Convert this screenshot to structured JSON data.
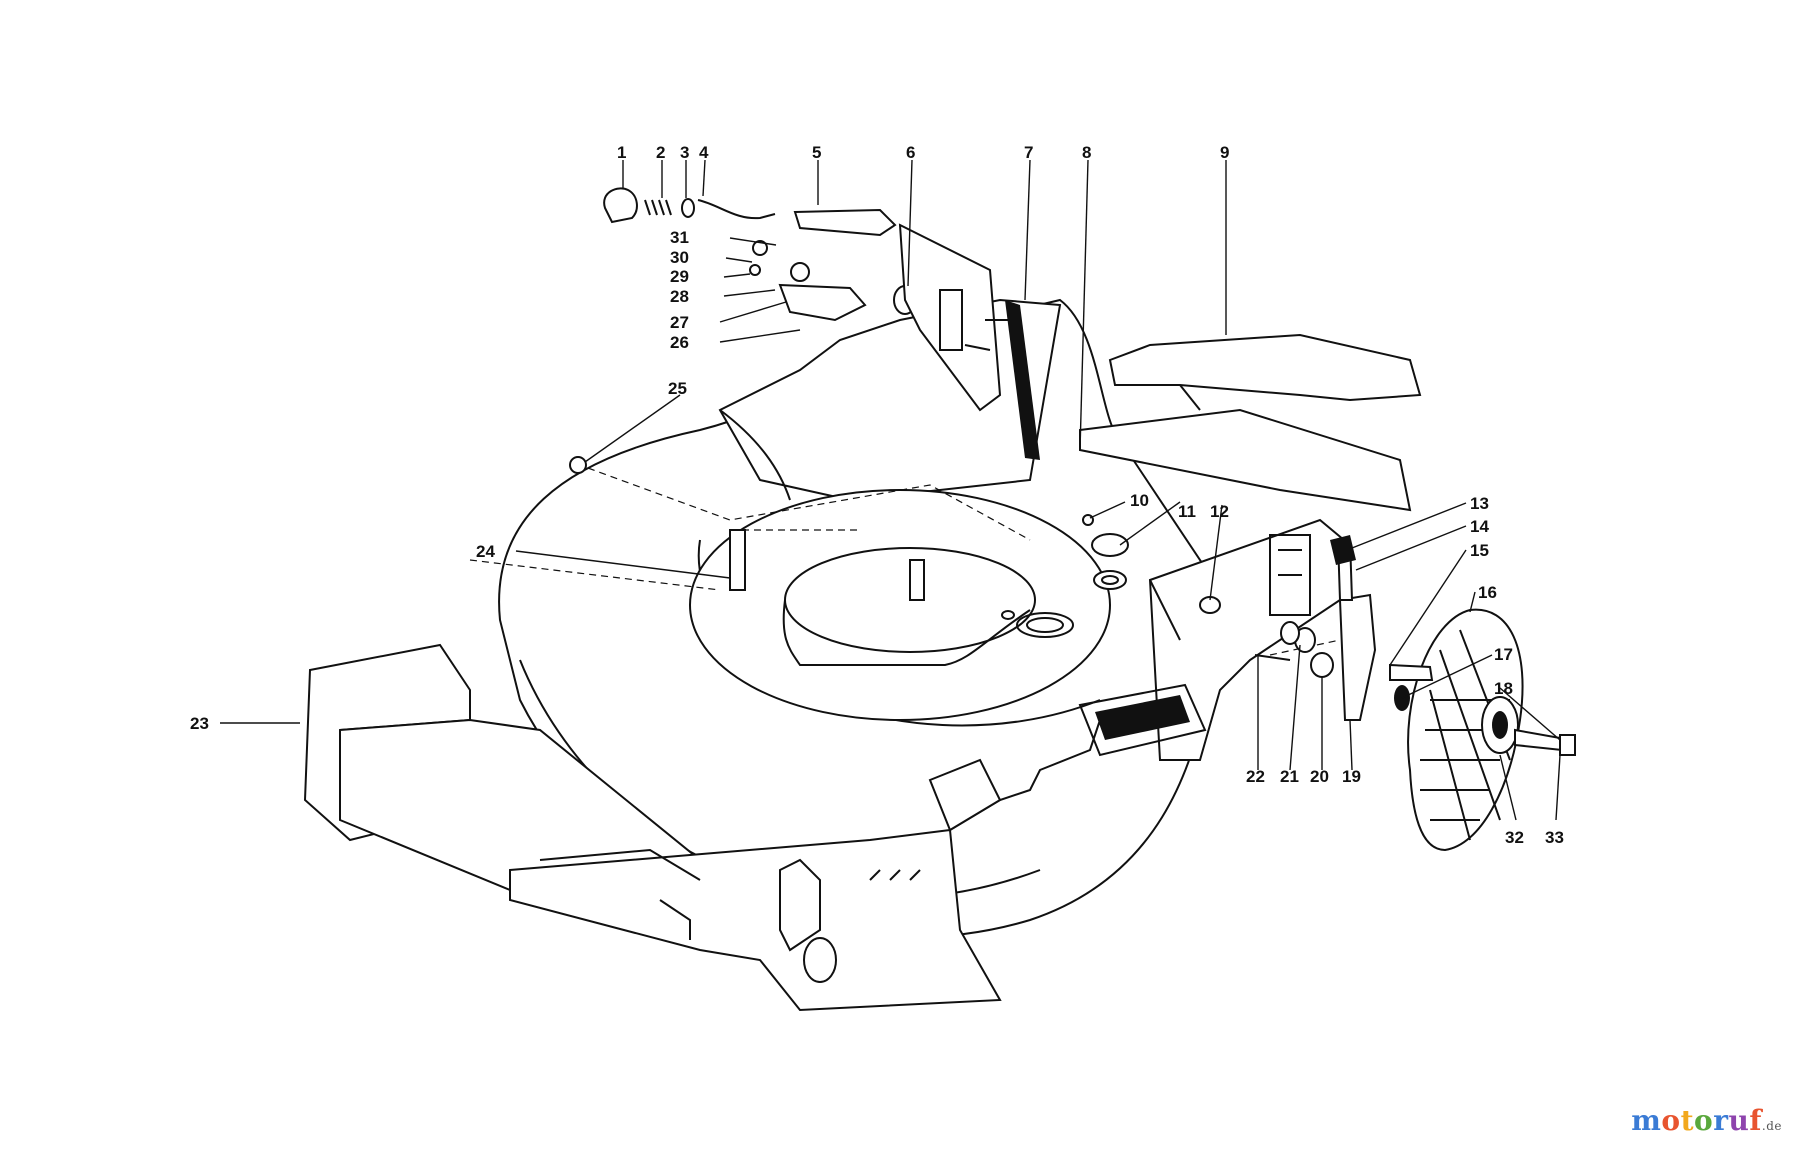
{
  "diagram": {
    "callouts": [
      "1",
      "2",
      "3",
      "4",
      "5",
      "6",
      "7",
      "8",
      "9",
      "10",
      "11",
      "12",
      "13",
      "14",
      "15",
      "16",
      "17",
      "18",
      "19",
      "20",
      "21",
      "22",
      "23",
      "24",
      "25",
      "26",
      "27",
      "28",
      "29",
      "30",
      "31",
      "32",
      "33"
    ]
  },
  "watermark": {
    "text": "motoruf",
    "suffix": ".de",
    "colors": [
      "#3a7bd5",
      "#e8542f",
      "#f2a81d",
      "#5aa83c",
      "#3a7bd5",
      "#8e44ad",
      "#e8542f"
    ]
  }
}
